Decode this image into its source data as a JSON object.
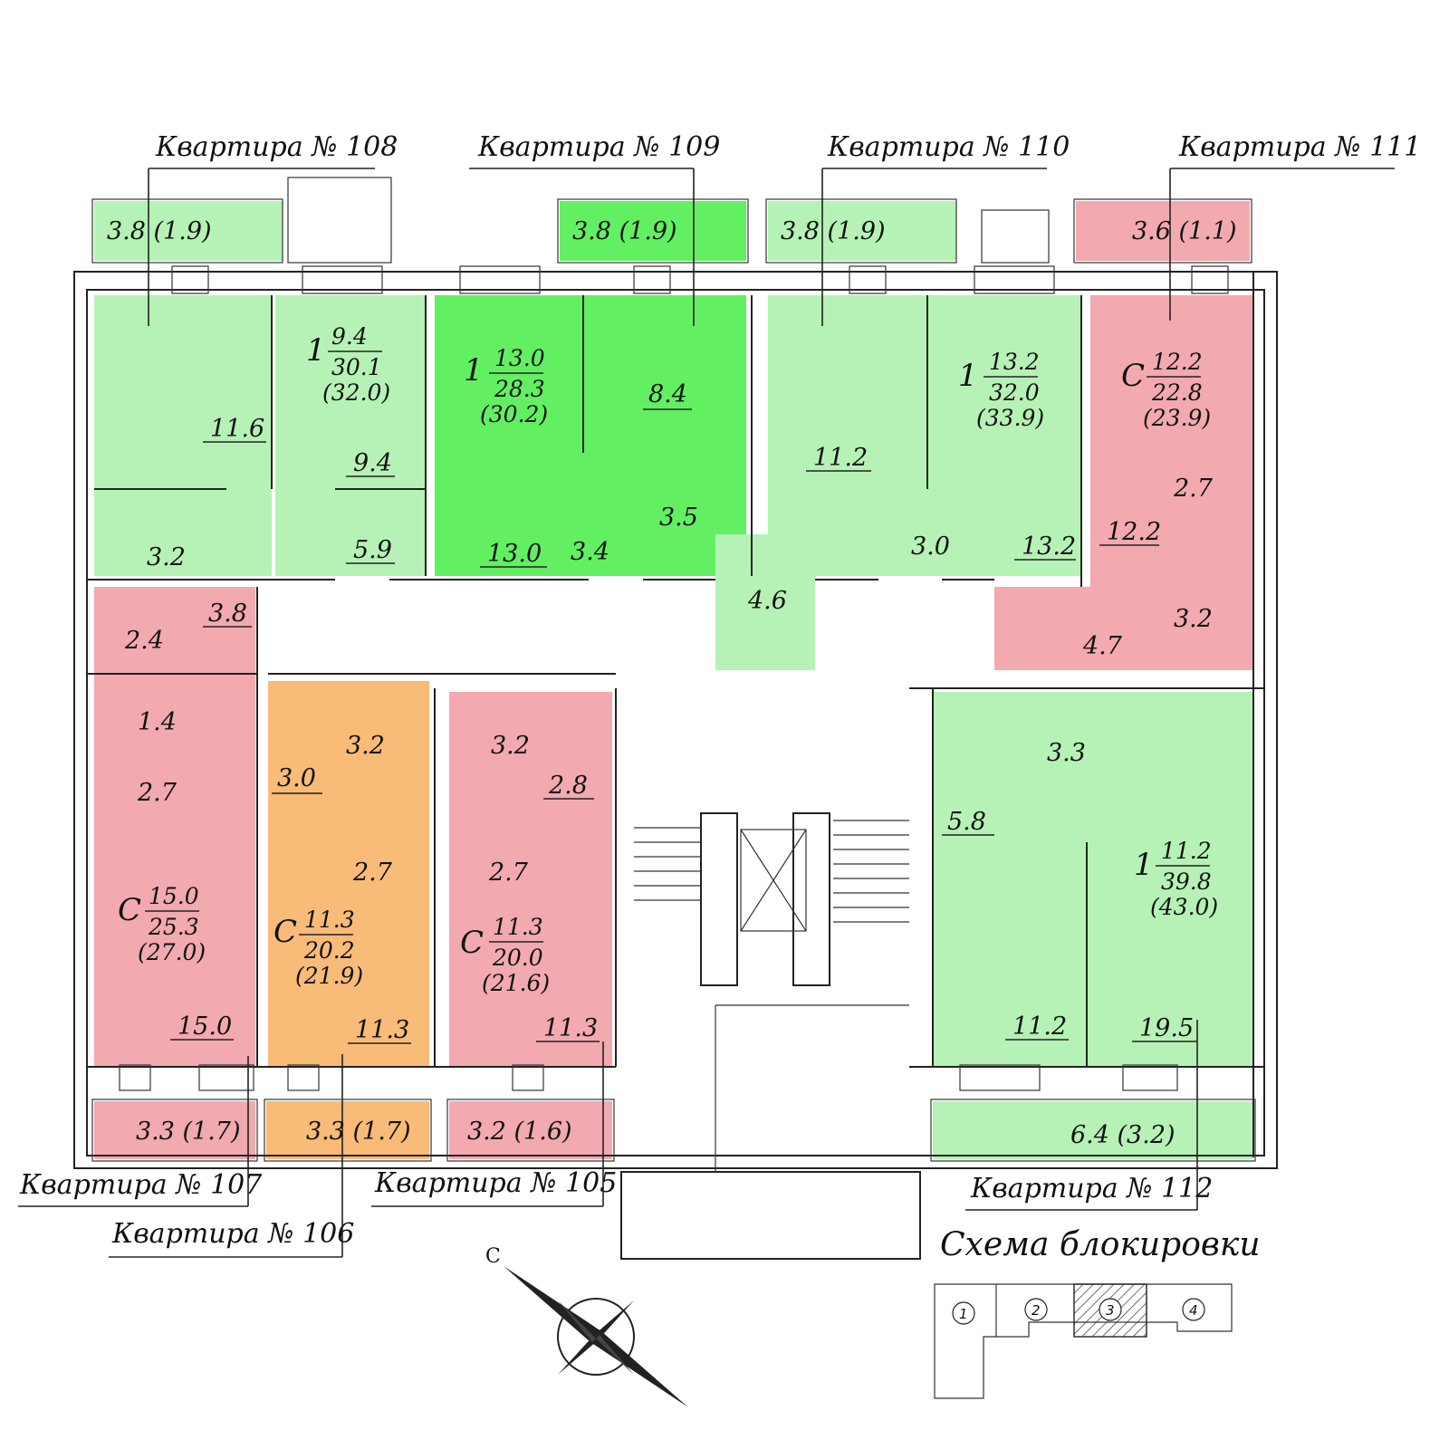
{
  "colors": {
    "light_green": "#b6f2b6",
    "bright_green": "#62f062",
    "pink": "#f2a9b0",
    "orange": "#f8bb78",
    "walls": "#222222",
    "background": "#ffffff"
  },
  "apartments": [
    {
      "id": "108",
      "label": "Квартира № 108",
      "color": "light_green",
      "type": "1",
      "living": "9.4",
      "total": "30.1",
      "total_with_balcony": "(32.0)",
      "rooms": [
        "11.6",
        "9.4",
        "5.9",
        "3.2"
      ],
      "balcony": "3.8 (1.9)"
    },
    {
      "id": "109",
      "label": "Квартира № 109",
      "color": "bright_green",
      "type": "1",
      "living": "13.0",
      "total": "28.3",
      "total_with_balcony": "(30.2)",
      "rooms": [
        "8.4",
        "13.0",
        "3.4",
        "3.5"
      ],
      "balcony": "3.8 (1.9)"
    },
    {
      "id": "110",
      "label": "Квартира № 110",
      "color": "light_green",
      "type": "1",
      "living": "13.2",
      "total": "32.0",
      "total_with_balcony": "(33.9)",
      "rooms": [
        "11.2",
        "3.0",
        "13.2",
        "4.6"
      ],
      "balcony": "3.8 (1.9)"
    },
    {
      "id": "111",
      "label": "Квартира № 111",
      "color": "pink",
      "type": "C",
      "living": "12.2",
      "total": "22.8",
      "total_with_balcony": "(23.9)",
      "rooms": [
        "2.7",
        "12.2",
        "3.2",
        "4.7"
      ],
      "balcony": "3.6 (1.1)"
    },
    {
      "id": "107",
      "label": "Квартира № 107",
      "color": "pink",
      "type": "C",
      "living": "15.0",
      "total": "25.3",
      "total_with_balcony": "(27.0)",
      "rooms": [
        "3.8",
        "2.4",
        "1.4",
        "2.7",
        "15.0"
      ],
      "balcony": "3.3 (1.7)"
    },
    {
      "id": "106",
      "label": "Квартира № 106",
      "color": "orange",
      "type": "C",
      "living": "11.3",
      "total": "20.2",
      "total_with_balcony": "(21.9)",
      "rooms": [
        "3.2",
        "3.0",
        "2.7",
        "11.3"
      ],
      "balcony": "3.3 (1.7)"
    },
    {
      "id": "105",
      "label": "Квартира № 105",
      "color": "pink",
      "type": "C",
      "living": "11.3",
      "total": "20.0",
      "total_with_balcony": "(21.6)",
      "rooms": [
        "3.2",
        "2.8",
        "2.7",
        "11.3"
      ],
      "balcony": "3.2 (1.6)"
    },
    {
      "id": "112",
      "label": "Квартира № 112",
      "color": "light_green",
      "type": "1",
      "living": "11.2",
      "total": "39.8",
      "total_with_balcony": "(43.0)",
      "rooms": [
        "3.3",
        "5.8",
        "11.2",
        "19.5"
      ],
      "balcony": "6.4 (3.2)"
    }
  ],
  "scheme": {
    "title": "Схема блокировки",
    "sections": [
      "1",
      "2",
      "3",
      "4"
    ],
    "highlighted_section": "3"
  },
  "compass": {
    "north_letter": "С"
  }
}
